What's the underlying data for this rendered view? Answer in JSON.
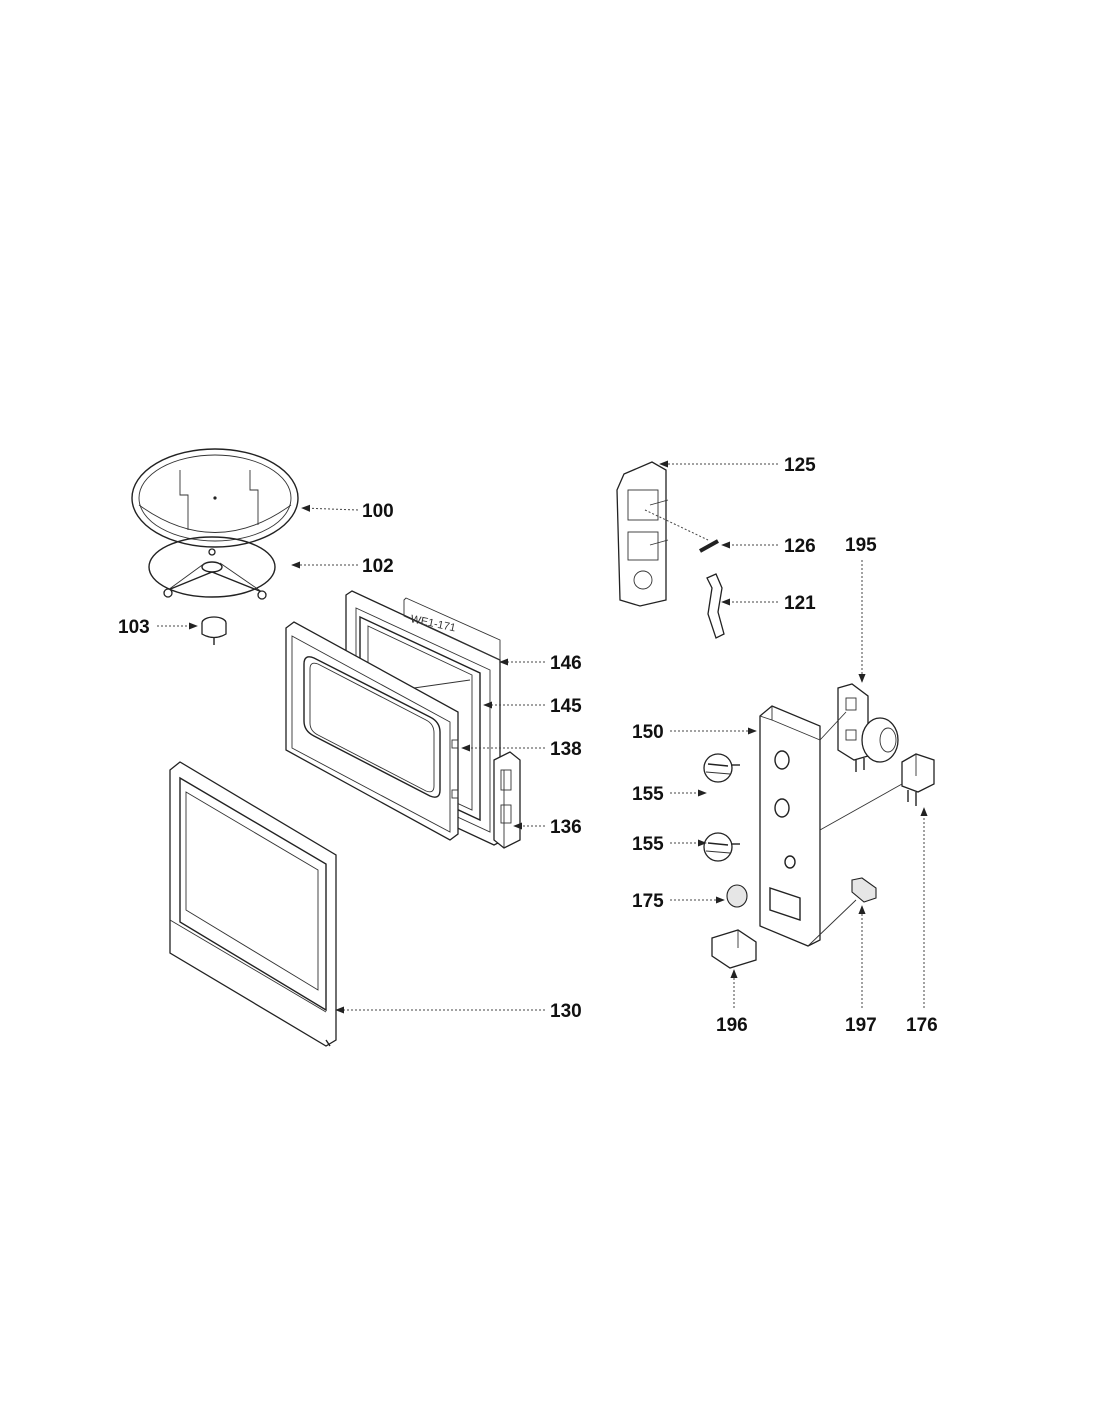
{
  "diagram": {
    "labels": [
      {
        "id": "100",
        "text": "100"
      },
      {
        "id": "102",
        "text": "102"
      },
      {
        "id": "103",
        "text": "103"
      },
      {
        "id": "146",
        "text": "146"
      },
      {
        "id": "145",
        "text": "145"
      },
      {
        "id": "138",
        "text": "138"
      },
      {
        "id": "136",
        "text": "136"
      },
      {
        "id": "130",
        "text": "130"
      },
      {
        "id": "125",
        "text": "125"
      },
      {
        "id": "126",
        "text": "126"
      },
      {
        "id": "121",
        "text": "121"
      },
      {
        "id": "195",
        "text": "195"
      },
      {
        "id": "150",
        "text": "150"
      },
      {
        "id": "155a",
        "text": "155"
      },
      {
        "id": "155b",
        "text": "155"
      },
      {
        "id": "175",
        "text": "175"
      },
      {
        "id": "196",
        "text": "196"
      },
      {
        "id": "197",
        "text": "197"
      },
      {
        "id": "176",
        "text": "176"
      }
    ],
    "sheet_marking": "WE1-171"
  }
}
